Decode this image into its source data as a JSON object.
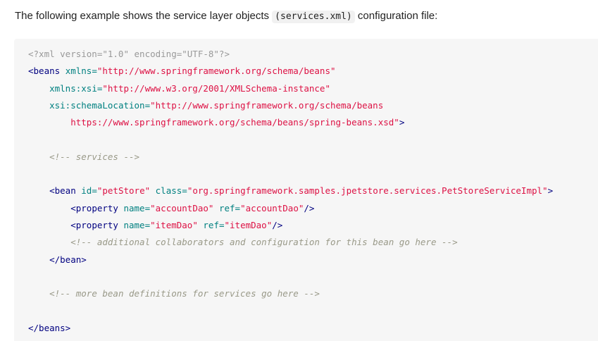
{
  "intro": {
    "text_before": "The following example shows the service layer objects ",
    "inline_code": "(services.xml)",
    "text_after": " configuration file:"
  },
  "colors": {
    "tag": "#000080",
    "attr": "#008080",
    "string": "#dd1144",
    "comment": "#999988",
    "meta": "#999999",
    "code_bg": "#f6f6f6",
    "inline_code_bg": "#f1f1f1",
    "body_text": "#222222"
  },
  "code_block": {
    "language": "xml",
    "lines": [
      [
        {
          "t": "meta",
          "s": "<?xml version=\"1.0\" encoding=\"UTF-8\"?>"
        }
      ],
      [
        {
          "t": "tag",
          "s": "<beans"
        },
        {
          "t": "plain",
          "s": " "
        },
        {
          "t": "attr",
          "s": "xmlns="
        },
        {
          "t": "string",
          "s": "\"http://www.springframework.org/schema/beans\""
        }
      ],
      [
        {
          "t": "plain",
          "s": "    "
        },
        {
          "t": "attr",
          "s": "xmlns:xsi="
        },
        {
          "t": "string",
          "s": "\"http://www.w3.org/2001/XMLSchema-instance\""
        }
      ],
      [
        {
          "t": "plain",
          "s": "    "
        },
        {
          "t": "attr",
          "s": "xsi:schemaLocation="
        },
        {
          "t": "string",
          "s": "\"http://www.springframework.org/schema/beans"
        }
      ],
      [
        {
          "t": "plain",
          "s": "        "
        },
        {
          "t": "string",
          "s": "https://www.springframework.org/schema/beans/spring-beans.xsd\""
        },
        {
          "t": "tag",
          "s": ">"
        }
      ],
      [],
      [
        {
          "t": "plain",
          "s": "    "
        },
        {
          "t": "comment",
          "s": "<!-- services -->"
        }
      ],
      [],
      [
        {
          "t": "plain",
          "s": "    "
        },
        {
          "t": "tag",
          "s": "<bean"
        },
        {
          "t": "plain",
          "s": " "
        },
        {
          "t": "attr",
          "s": "id="
        },
        {
          "t": "string",
          "s": "\"petStore\""
        },
        {
          "t": "plain",
          "s": " "
        },
        {
          "t": "attr",
          "s": "class="
        },
        {
          "t": "string",
          "s": "\"org.springframework.samples.jpetstore.services.PetStoreServiceImpl\""
        },
        {
          "t": "tag",
          "s": ">"
        }
      ],
      [
        {
          "t": "plain",
          "s": "        "
        },
        {
          "t": "tag",
          "s": "<property"
        },
        {
          "t": "plain",
          "s": " "
        },
        {
          "t": "attr",
          "s": "name="
        },
        {
          "t": "string",
          "s": "\"accountDao\""
        },
        {
          "t": "plain",
          "s": " "
        },
        {
          "t": "attr",
          "s": "ref="
        },
        {
          "t": "string",
          "s": "\"accountDao\""
        },
        {
          "t": "tag",
          "s": "/>"
        }
      ],
      [
        {
          "t": "plain",
          "s": "        "
        },
        {
          "t": "tag",
          "s": "<property"
        },
        {
          "t": "plain",
          "s": " "
        },
        {
          "t": "attr",
          "s": "name="
        },
        {
          "t": "string",
          "s": "\"itemDao\""
        },
        {
          "t": "plain",
          "s": " "
        },
        {
          "t": "attr",
          "s": "ref="
        },
        {
          "t": "string",
          "s": "\"itemDao\""
        },
        {
          "t": "tag",
          "s": "/>"
        }
      ],
      [
        {
          "t": "plain",
          "s": "        "
        },
        {
          "t": "comment",
          "s": "<!-- additional collaborators and configuration for this bean go here -->"
        }
      ],
      [
        {
          "t": "plain",
          "s": "    "
        },
        {
          "t": "tag",
          "s": "</bean>"
        }
      ],
      [],
      [
        {
          "t": "plain",
          "s": "    "
        },
        {
          "t": "comment",
          "s": "<!-- more bean definitions for services go here -->"
        }
      ],
      [],
      [
        {
          "t": "tag",
          "s": "</beans>"
        }
      ]
    ]
  }
}
